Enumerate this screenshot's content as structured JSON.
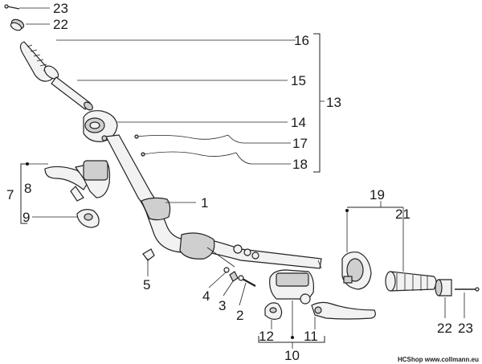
{
  "labels": {
    "l23a": "23",
    "l22a": "22",
    "l16": "16",
    "l15": "15",
    "l13": "13",
    "l14": "14",
    "l17": "17",
    "l18": "18",
    "l7": "7",
    "l8": "8",
    "l9": "9",
    "l1": "1",
    "l19": "19",
    "l21": "21",
    "l5": "5",
    "l4": "4",
    "l3": "3",
    "l2": "2",
    "l12": "12",
    "l11": "11",
    "l10": "10",
    "l22b": "22",
    "l23b": "23"
  },
  "watermark": "HCShop www.collmann.eu",
  "colors": {
    "line": "#222222",
    "part_fill": "#f2f2f2",
    "part_shade": "#cfcfcf",
    "background": "#ffffff"
  }
}
